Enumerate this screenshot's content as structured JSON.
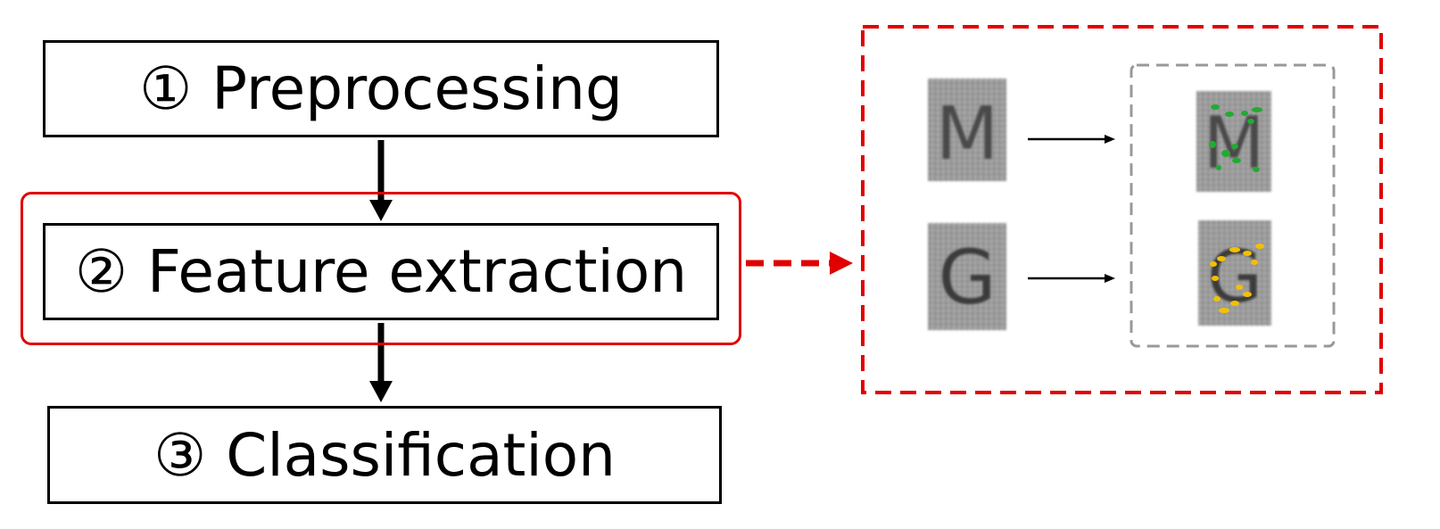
{
  "steps": [
    {
      "num": "①",
      "label": "Preprocessing"
    },
    {
      "num": "②",
      "label": "Feature extraction"
    },
    {
      "num": "③",
      "label": "Classification"
    }
  ],
  "samples": [
    {
      "letter": "M",
      "keypoint_color": "#22aa33"
    },
    {
      "letter": "G",
      "keypoint_color": "#f2c000"
    }
  ],
  "colors": {
    "highlight": "#e00000",
    "arrow": "#000000",
    "inner_dashed_border": "#999999"
  }
}
